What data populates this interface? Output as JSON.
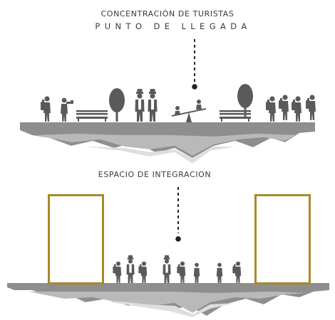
{
  "top_scene": {
    "title_line1": "CONCENTRACIÓN DE TURISTAS",
    "title_line2": "PUNTO DE LLEGADA",
    "elements": [
      "hiker-figure",
      "photographer-figure",
      "bench",
      "tree",
      "elderly-couple",
      "seesaw",
      "children-figures",
      "bench",
      "tree",
      "hiker-group"
    ]
  },
  "bottom_scene": {
    "title": "ESPACIO DE INTEGRACION",
    "elements": [
      "left-gold-frame",
      "people-group",
      "right-gold-frame"
    ]
  },
  "colors": {
    "ground_dark": "#8e8e8e",
    "ground_mid": "#b9b9b9",
    "ground_light": "#dedede",
    "figures": "#5a5a5a",
    "frame_gold": "#a8892a",
    "text": "#3a3a3a"
  }
}
